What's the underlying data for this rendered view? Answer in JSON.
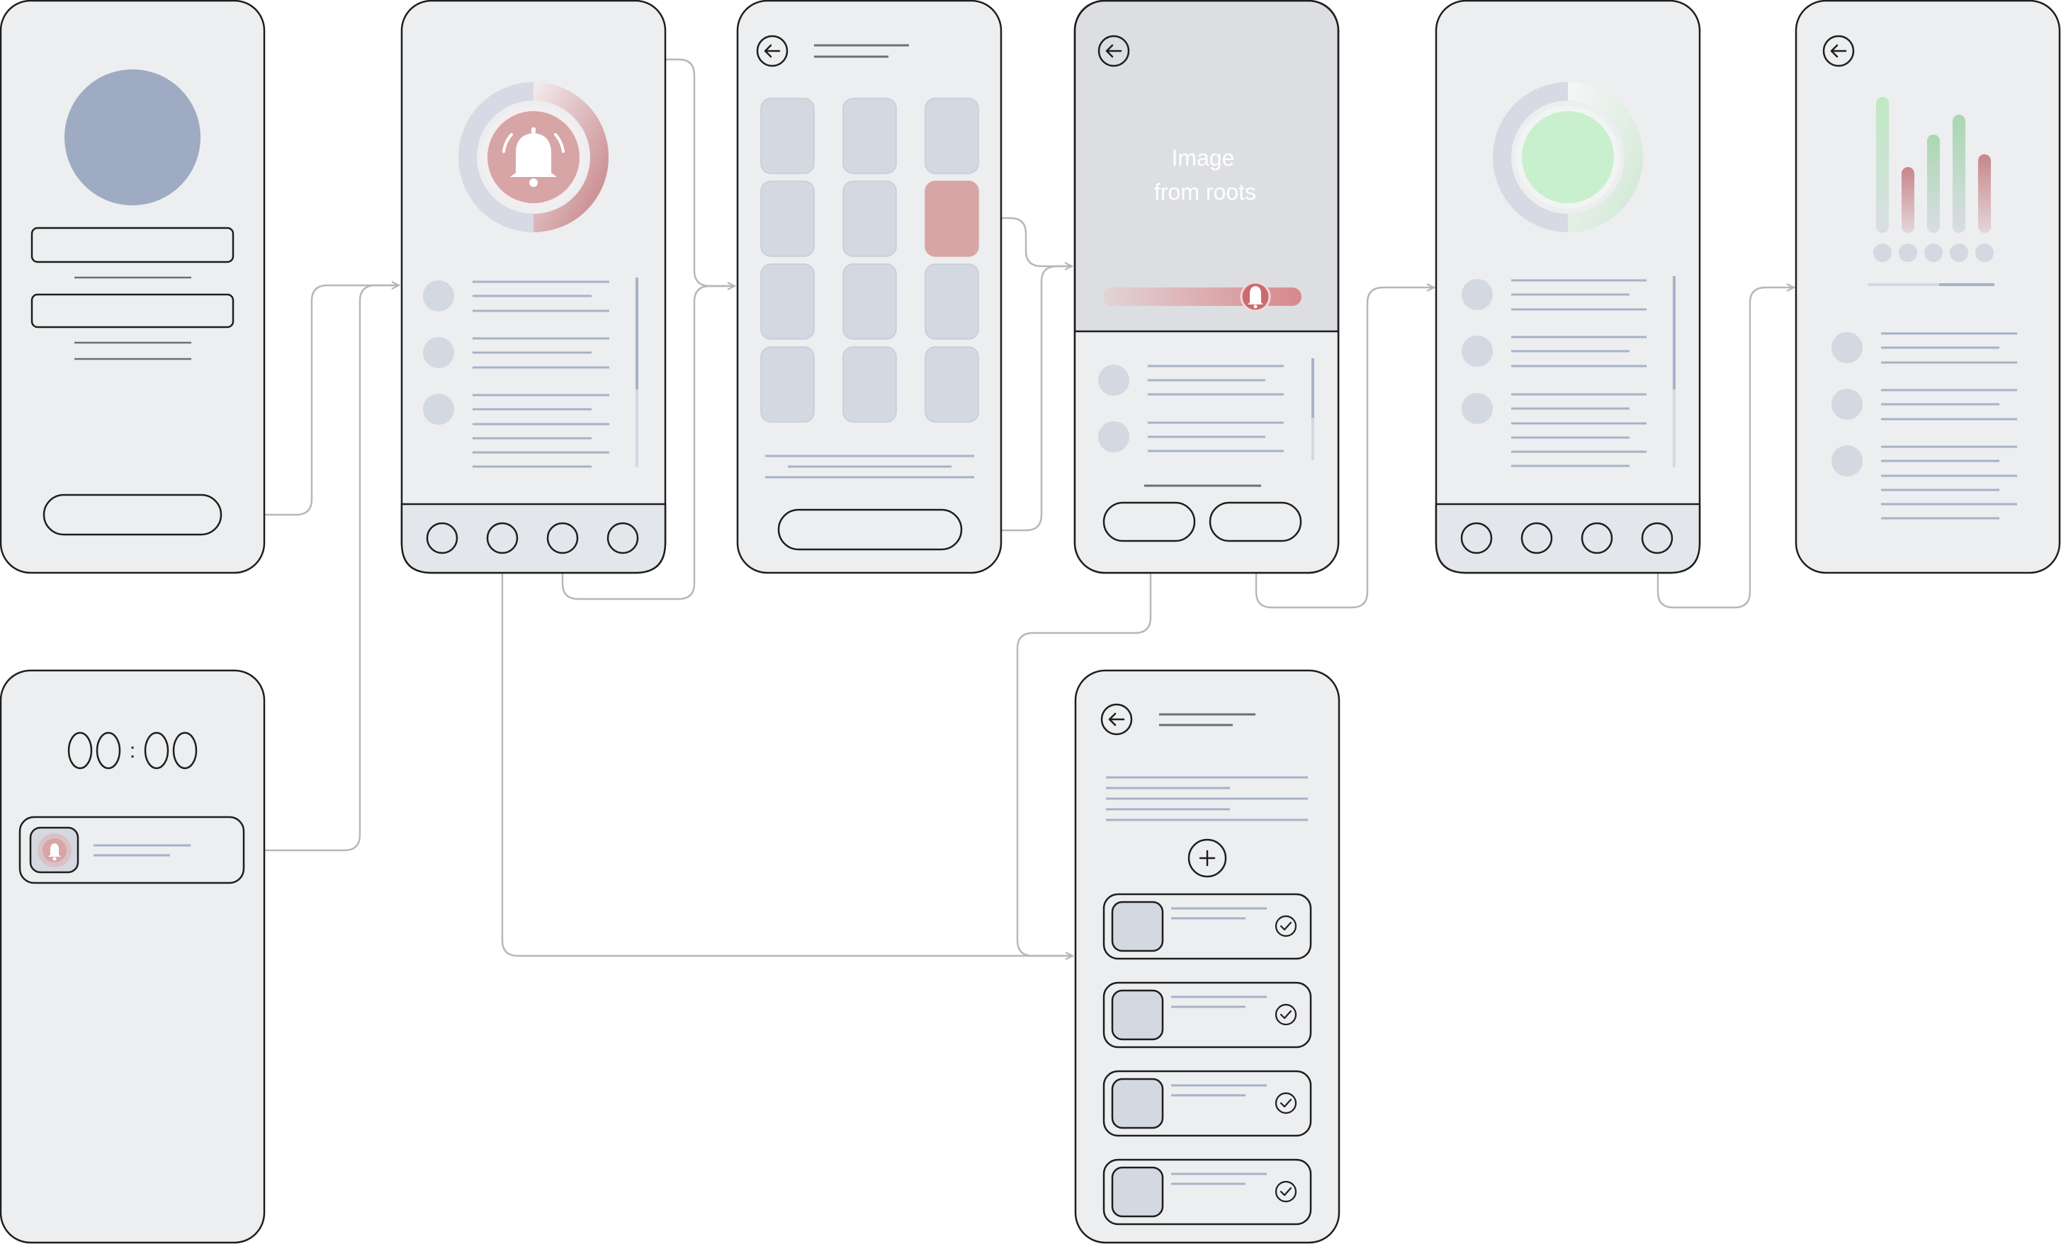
{
  "hero_caption": [
    "Image",
    "from roots"
  ],
  "timer": {
    "digits": [
      "0",
      "0",
      "0",
      "0"
    ],
    "separator": ":"
  },
  "colors": {
    "phone_fill": "#ECEEF0",
    "outline": "#1E1E1E",
    "placeholder": "#D3D8E1",
    "text_line": "#A7B2C7",
    "dark_line": "#6E6E6E",
    "connector": "#B7B7B7",
    "accent_red": "#D7A5A6",
    "accent_red_strong": "#C7868A",
    "accent_green": "#C8F0CC",
    "avatar": "#9EABC3",
    "hero_bg": "#DCDEE1"
  },
  "icons": [
    "bell-icon",
    "back-arrow-icon",
    "plus-icon",
    "check-circle-icon"
  ]
}
